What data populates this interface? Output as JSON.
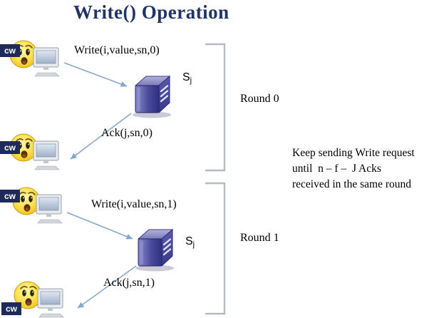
{
  "title": "Write() Operation",
  "client": {
    "label": "cw"
  },
  "server": {
    "name": "S",
    "subscript": "j"
  },
  "rounds": [
    {
      "label": "Round 0",
      "write_message": "Write(i,value,sn,0)",
      "ack_message": "Ack(j,sn,0)"
    },
    {
      "label": "Round 1",
      "write_message": "Write(i,value,sn,1)",
      "ack_message": "Ack(j,sn,1)"
    }
  ],
  "note": {
    "lines": [
      "Keep sending Write request",
      "until  n – f –  J Acks",
      "received in the same round"
    ]
  },
  "colors": {
    "title-color": "#203468",
    "badge-bg": "#1f2a5b",
    "arrow-color": "#87a9cf",
    "bracket-color": "#b4bac2",
    "server-color": "#4a4a9a",
    "smiley-color": "#ffd43b"
  }
}
